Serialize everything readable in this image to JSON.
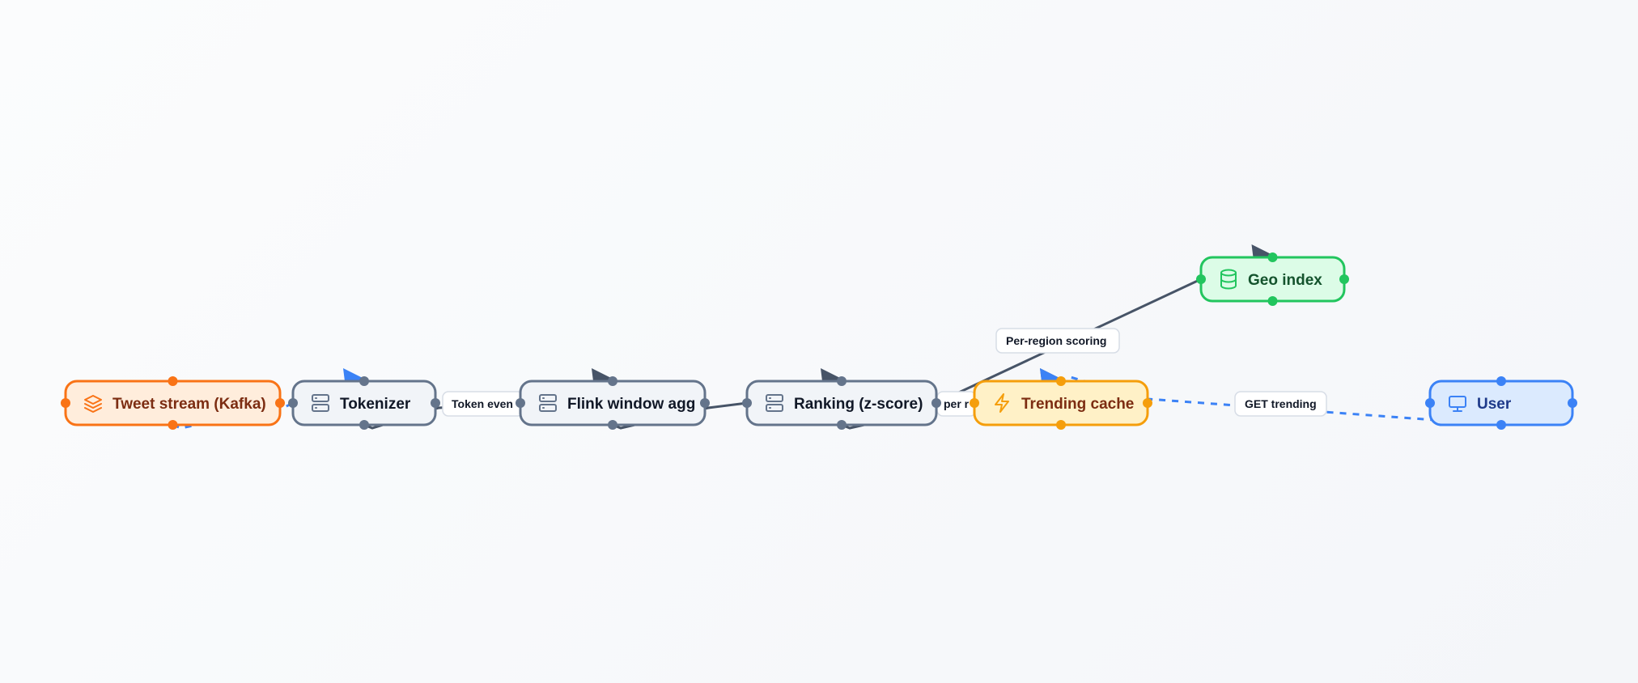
{
  "diagram": {
    "nodes": [
      {
        "id": "tweet-stream",
        "label": "Tweet stream (Kafka)",
        "icon": "layers-icon",
        "theme": "orange"
      },
      {
        "id": "tokenizer",
        "label": "Tokenizer",
        "icon": "server-icon",
        "theme": "slate"
      },
      {
        "id": "flink",
        "label": "Flink window agg",
        "icon": "server-icon",
        "theme": "slate"
      },
      {
        "id": "ranking",
        "label": "Ranking (z-score)",
        "icon": "server-icon",
        "theme": "slate"
      },
      {
        "id": "trending-cache",
        "label": "Trending cache",
        "icon": "bolt-icon",
        "theme": "amber"
      },
      {
        "id": "geo-index",
        "label": "Geo index",
        "icon": "database-icon",
        "theme": "green"
      },
      {
        "id": "user",
        "label": "User",
        "icon": "monitor-icon",
        "theme": "blue"
      }
    ],
    "edges": [
      {
        "from": "tweet-stream",
        "to": "tokenizer",
        "style": "dashed",
        "label": ""
      },
      {
        "from": "tokenizer",
        "to": "flink",
        "style": "solid",
        "label": "Token even"
      },
      {
        "from": "flink",
        "to": "ranking",
        "style": "solid",
        "label": ""
      },
      {
        "from": "ranking",
        "to": "trending-cache",
        "style": "solid",
        "label": "per r"
      },
      {
        "from": "ranking",
        "to": "geo-index",
        "style": "solid",
        "label": "Per-region scoring"
      },
      {
        "from": "user",
        "to": "trending-cache",
        "style": "dashed",
        "label": "GET trending"
      }
    ]
  },
  "themes": {
    "orange": {
      "fill": "#ffeddc",
      "stroke": "#f97316",
      "text": "#7c2d12",
      "handle": "#f97316"
    },
    "slate": {
      "fill": "#f1f4f8",
      "stroke": "#64748b",
      "text": "#111827",
      "handle": "#64748b"
    },
    "amber": {
      "fill": "#fff1c7",
      "stroke": "#f59e0b",
      "text": "#7c2d12",
      "handle": "#f59e0b"
    },
    "green": {
      "fill": "#dcfce7",
      "stroke": "#22c55e",
      "text": "#14532d",
      "handle": "#22c55e"
    },
    "blue": {
      "fill": "#dbeafe",
      "stroke": "#3b82f6",
      "text": "#1e3a8a",
      "handle": "#3b82f6"
    }
  }
}
